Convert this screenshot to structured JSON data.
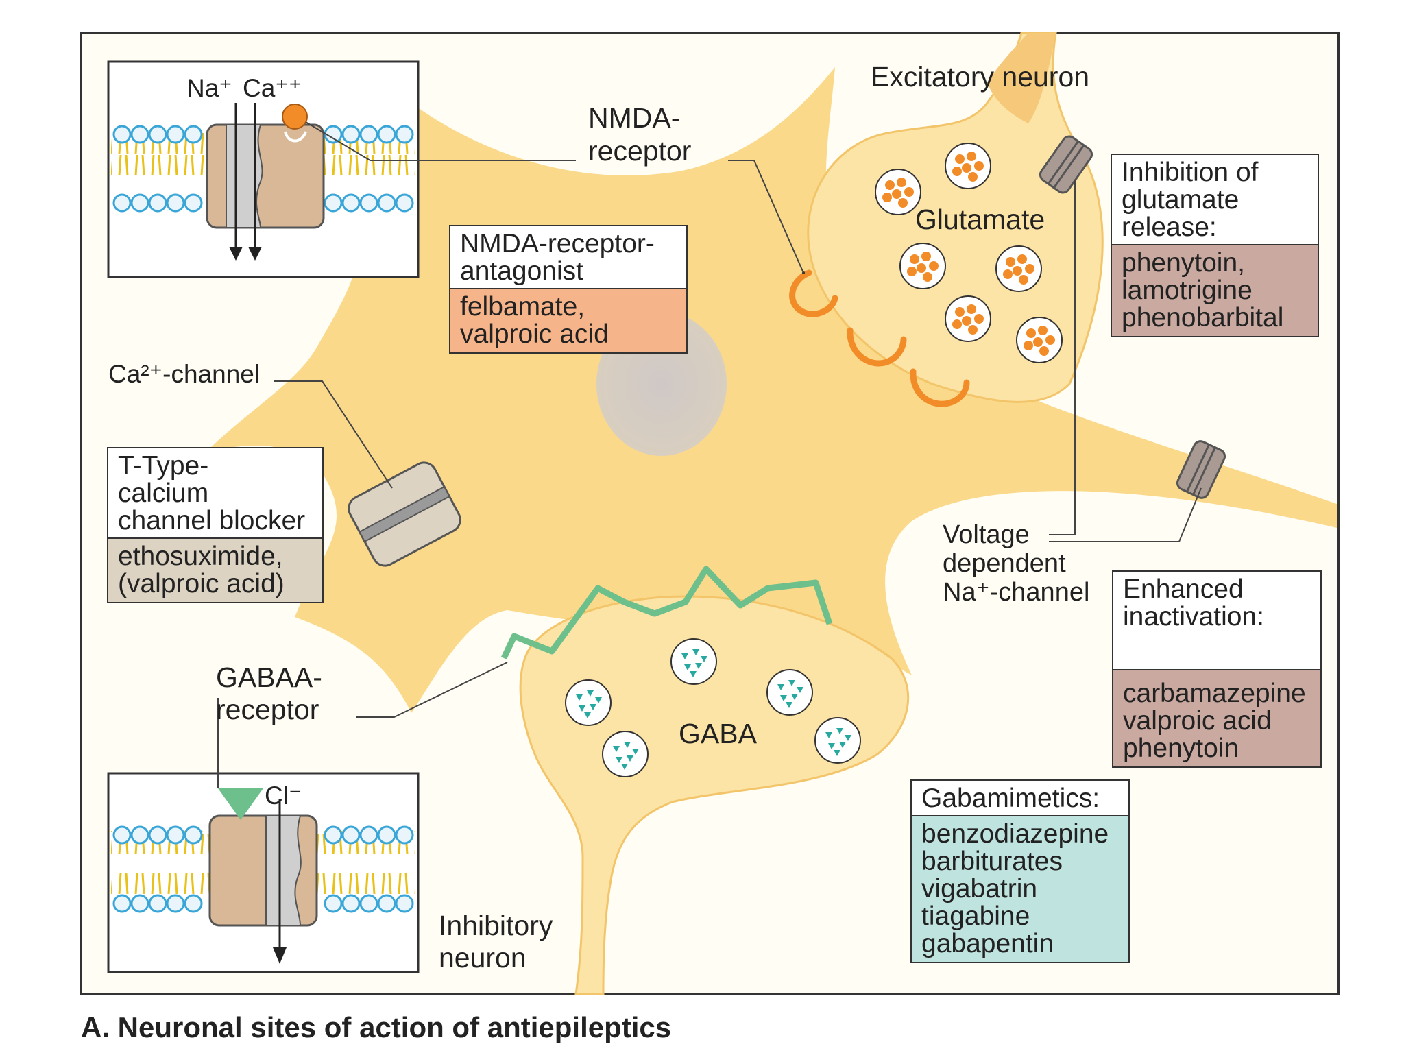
{
  "labels": {
    "excitatory_neuron": "Excitatory neuron",
    "glutamate": "Glutamate",
    "gaba": "GABA",
    "inhibitory_neuron_1": "Inhibitory",
    "inhibitory_neuron_2": "neuron",
    "nmda_receptor_1": "NMDA-",
    "nmda_receptor_2": "receptor",
    "ca_channel": "Ca²⁺-channel",
    "gaba_a_receptor_1": "GABAA-",
    "gaba_a_receptor_2": "receptor",
    "voltage_1": "Voltage",
    "voltage_2": "dependent",
    "voltage_3": "Na⁺-channel",
    "ion_na": "Na⁺",
    "ion_ca": "Ca⁺⁺",
    "ion_cl": "Cl⁻"
  },
  "boxes": {
    "nmda_antagonist": {
      "head": [
        "NMDA-receptor-",
        "antagonist"
      ],
      "body": [
        "felbamate,",
        "valproic acid"
      ]
    },
    "t_type": {
      "head": [
        "T-Type-",
        "calcium",
        "channel blocker"
      ],
      "body": [
        "ethosuximide,",
        "(valproic acid)"
      ]
    },
    "glutamate_release": {
      "head": [
        "Inhibition of",
        "glutamate",
        "release:"
      ],
      "body": [
        "phenytoin,",
        "lamotrigine",
        "phenobarbital"
      ]
    },
    "enhanced_inactivation": {
      "head": [
        "Enhanced",
        "inactivation:"
      ],
      "body": [
        "carbamazepine",
        "valproic acid",
        "phenytoin"
      ]
    },
    "gabamimetics": {
      "head": [
        "Gabamimetics:"
      ],
      "body": [
        "benzodiazepine",
        "barbiturates",
        "vigabatrin",
        "tiagabine",
        "gabapentin"
      ]
    }
  },
  "caption": "A. Neuronal sites of action of antiepileptics",
  "colors": {
    "neuron_fill": "#fbd98a",
    "terminal_fill": "#fce3a6",
    "nmda_orange": "#f28c28",
    "gaba_green": "#6dbf8c",
    "nmda_box_body": "#f6b48a",
    "t_type_box_body": "#ddd3c2",
    "glutamate_box_body": "#c9a9a0",
    "inactivation_box_body": "#c9a9a0",
    "gabamimetics_box_body": "#bfe3df"
  }
}
